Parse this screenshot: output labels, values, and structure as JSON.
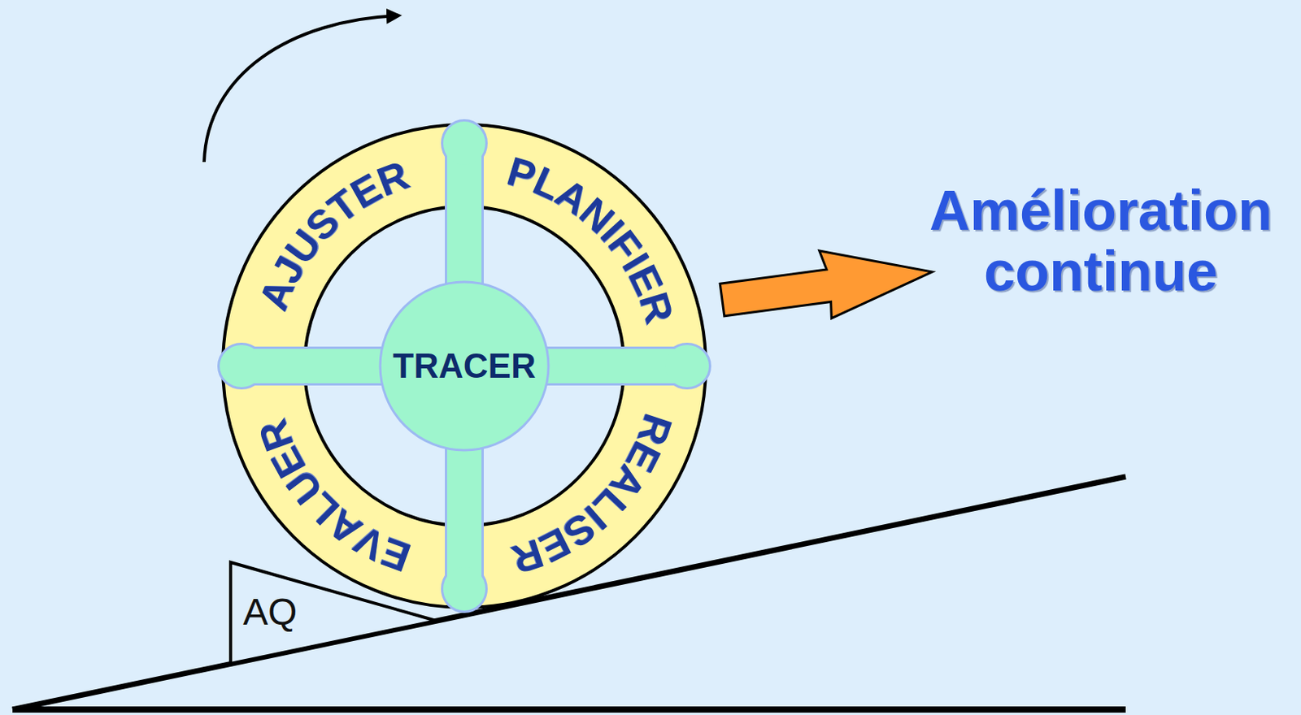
{
  "diagram": {
    "nodes": [
      {
        "text": [
          "PLANIFIER",
          "REALISER",
          "EVALUER",
          "AJUSTER"
        ]
      },
      {
        "text": [
          "TRACER"
        ],
        "in": 0
      },
      {
        "text": [
          "AQ"
        ]
      }
    ],
    "labels": [
      "Amélioration continue"
    ]
  }
}
